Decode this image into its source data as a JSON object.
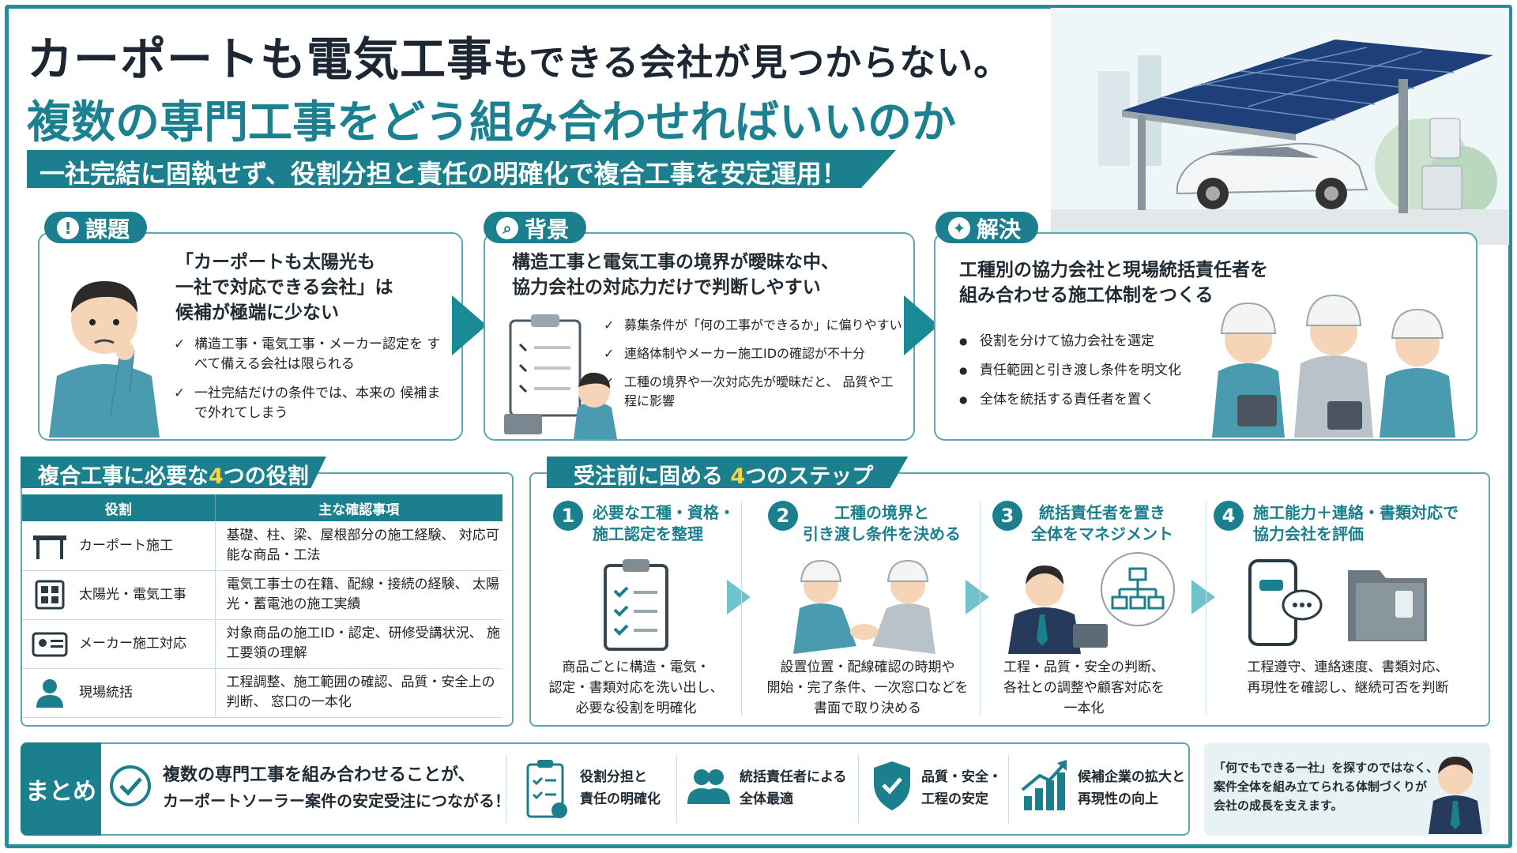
{
  "title": {
    "line1_a": "カーポートも",
    "line1_b": "電気工事",
    "line1_c": "もできる会社が見つからない。",
    "line2": "複数の専門工事をどう組み合わせればいいのか"
  },
  "banner": "一社完結に固執せず、役割分担と責任の明確化で複合工事を安定運用！",
  "issue": {
    "tag": "課題",
    "quote": [
      "「カーポートも太陽光も",
      "一社で対応できる会社」は",
      "候補が極端に少ない"
    ],
    "points": [
      "構造工事・電気工事・メーカー認定を すべて備える会社は限られる",
      "一社完結だけの条件では、本来の 候補まで外れてしまう"
    ]
  },
  "background": {
    "tag": "背景",
    "lead": [
      "構造工事と電気工事の境界が曖昧な中、",
      "協力会社の対応力だけで判断しやすい"
    ],
    "points": [
      "募集条件が「何の工事ができるか」に偏りやすい",
      "連絡体制やメーカー施工IDの確認が不十分",
      "工種の境界や一次対応先が曖昧だと、 品質や工程に影響"
    ]
  },
  "solution": {
    "tag": "解決",
    "lead": [
      "工種別の協力会社と現場統括責任者を",
      "組み合わせる施工体制をつくる"
    ],
    "points": [
      "役割を分けて協力会社を選定",
      "責任範囲と引き渡し条件を明文化",
      "全体を統括する責任者を置く"
    ]
  },
  "roles": {
    "heading_a": "複合工事に必要な",
    "heading_num": "4",
    "heading_b": "つの役割",
    "col1": "役割",
    "col2": "主な確認事項",
    "rows": [
      {
        "icon": "carport-icon",
        "name": "カーポート施工",
        "desc": "基礎、柱、梁、屋根部分の施工経験、 対応可能な商品・工法"
      },
      {
        "icon": "solar-panel-icon",
        "name": "太陽光・電気工事",
        "desc": "電気工事士の在籍、配線・接続の経験、 太陽光・蓄電池の施工実績"
      },
      {
        "icon": "id-card-icon",
        "name": "メーカー施工対応",
        "desc": "対象商品の施工ID・認定、研修受講状況、 施工要領の理解"
      },
      {
        "icon": "person-icon",
        "name": "現場統括",
        "desc": "工程調整、施工範囲の確認、品質・安全上の判断、 窓口の一本化"
      }
    ]
  },
  "steps": {
    "heading_a": "受注前に固める",
    "heading_num": "4",
    "heading_b": "つのステップ",
    "items": [
      {
        "num": "1",
        "title": [
          "必要な工種・資格・",
          "施工認定を整理"
        ],
        "text": [
          "商品ごとに構造・電気・",
          "認定・書類対応を洗い出し、",
          "必要な役割を明確化"
        ]
      },
      {
        "num": "2",
        "title": [
          "工種の境界と",
          "引き渡し条件を決める"
        ],
        "text": [
          "設置位置・配線確認の時期や",
          "開始・完了条件、一次窓口などを",
          "書面で取り決める"
        ]
      },
      {
        "num": "3",
        "title": [
          "統括責任者を置き",
          "全体をマネジメント"
        ],
        "text": [
          "工程・品質・安全の判断、",
          "各社との調整や顧客対応を",
          "一本化"
        ]
      },
      {
        "num": "4",
        "title": [
          "施工能力＋連絡・書類対応で",
          "協力会社を評価"
        ],
        "text": [
          "工程遵守、連絡速度、書類対応、",
          "再現性を確認し、継続可否を判断"
        ]
      }
    ]
  },
  "summary": {
    "label": "まとめ",
    "main": [
      "複数の専門工事を組み合わせることが、",
      "カーポートソーラー案件の安定受注につながる！"
    ],
    "items": [
      {
        "icon": "checklist-icon",
        "text": [
          "役割分担と",
          "責任の明確化"
        ]
      },
      {
        "icon": "team-icon",
        "text": [
          "統括責任者による",
          "全体最適"
        ]
      },
      {
        "icon": "shield-check-icon",
        "text": [
          "品質・安全・",
          "工程の安定"
        ]
      },
      {
        "icon": "growth-chart-icon",
        "text": [
          "候補企業の拡大と",
          "再現性の向上"
        ]
      }
    ],
    "note": [
      "「何でもできる一社」を探すのではなく、",
      "案件全体を組み立てられる体制づくりが",
      "会社の成長を支えます。"
    ]
  },
  "colors": {
    "accent": "#1b7f8d",
    "highlight": "#f5d54a",
    "dark": "#1c2733"
  }
}
